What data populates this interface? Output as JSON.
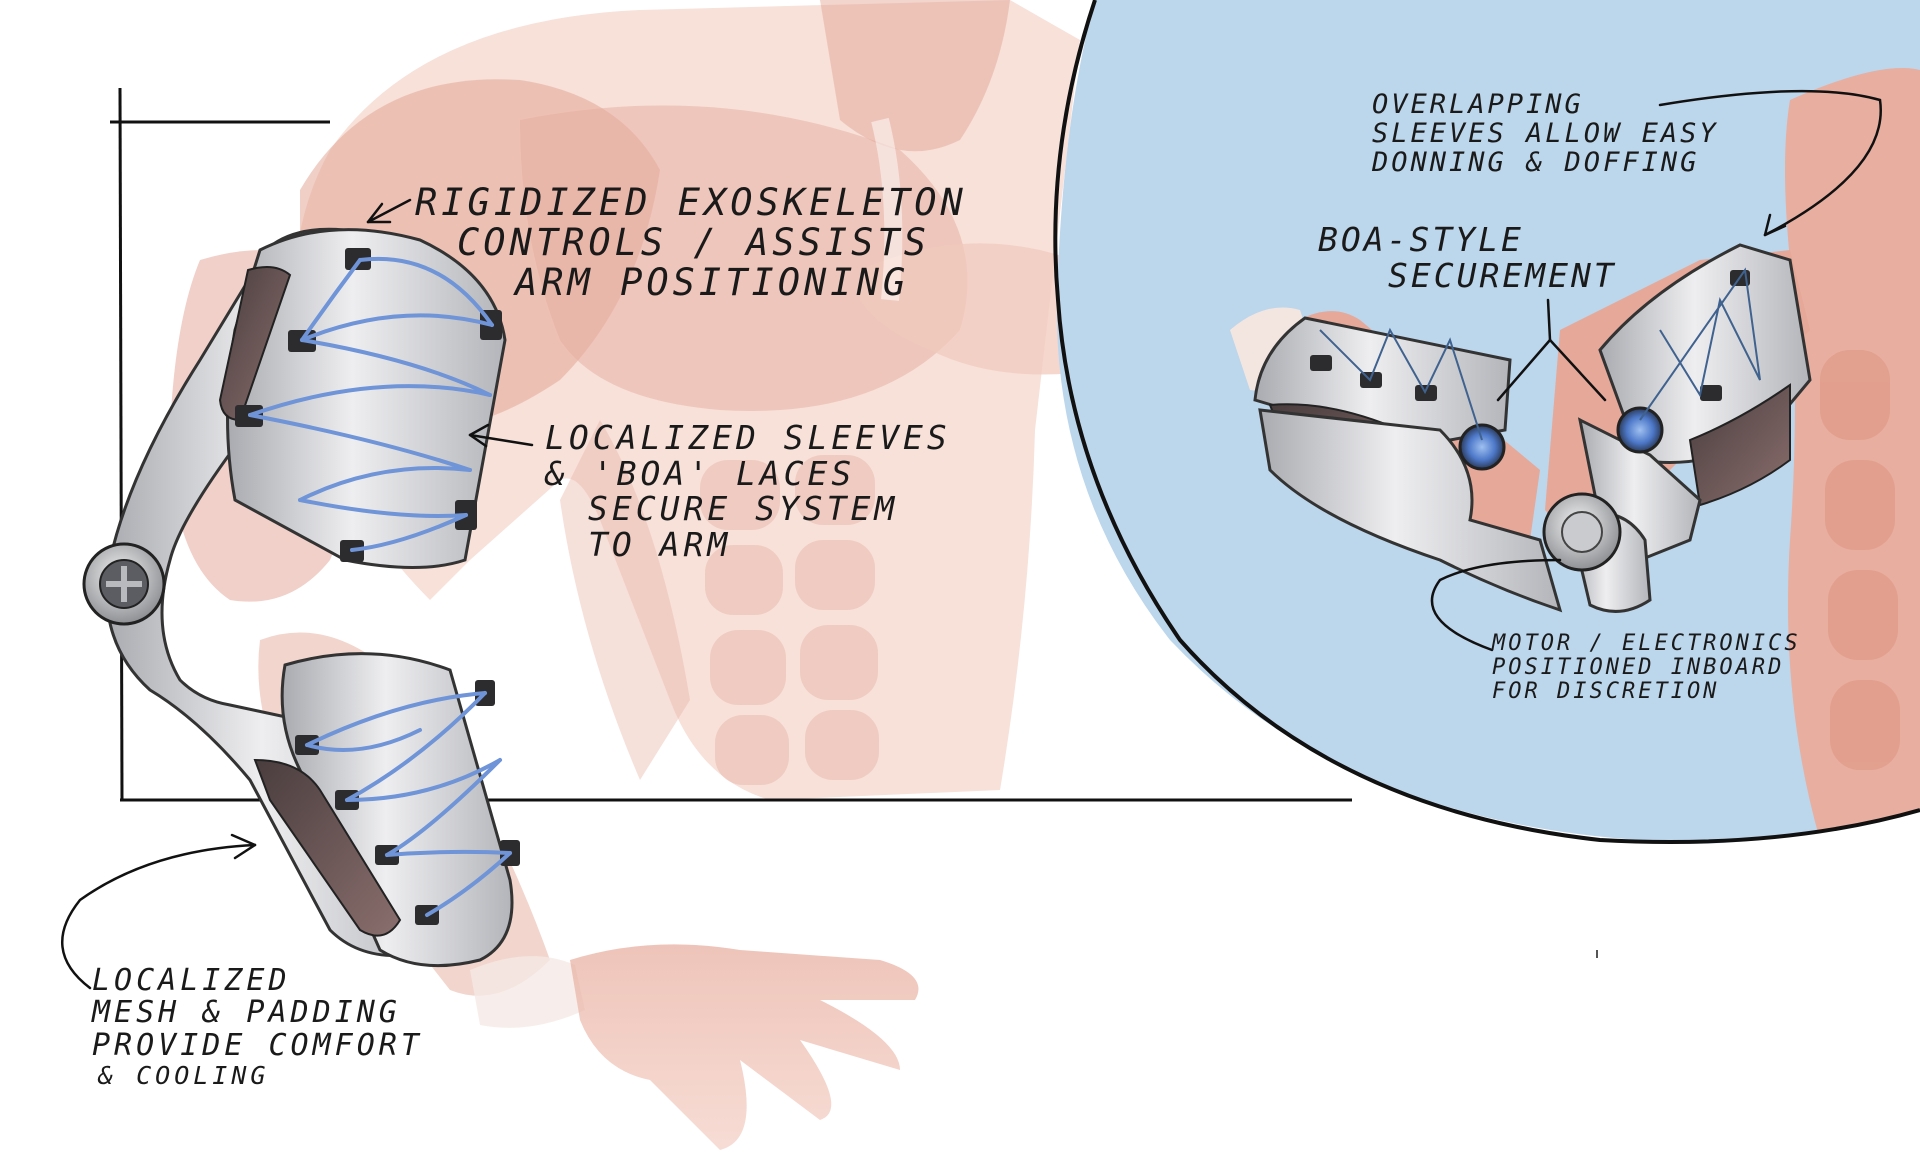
{
  "annotations": {
    "exoskeleton": [
      "Rigidized Exoskeleton",
      "Controls / Assists",
      "Arm Positioning"
    ],
    "sleeves": [
      "Localized Sleeves",
      "& 'BOA' Laces",
      "Secure System",
      "to Arm"
    ],
    "mesh": [
      "Localized",
      "Mesh & Padding",
      "Provide Comfort",
      "& Cooling"
    ],
    "overlap": [
      "Overlapping",
      "Sleeves Allow Easy",
      "Donning & Doffing"
    ],
    "boa": [
      "BOA-Style",
      "Securement"
    ],
    "motor": [
      "Motor / Electronics",
      "Positioned Inboard",
      "For Discretion"
    ]
  },
  "colors": {
    "inset_background": "#bcd6ec",
    "muscle": "#e3a190",
    "laces": "#6f94d8",
    "shell": "#d2d3d6",
    "padding": "#5a4c4c",
    "ink": "#1a1a1a"
  }
}
